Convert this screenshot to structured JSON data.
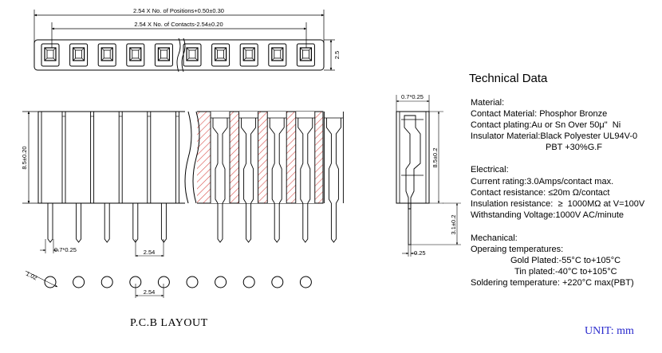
{
  "dimensions": {
    "positions_formula": "2.54 X No. of Positions+0.50±0.30",
    "contacts_formula": "2.54 X No. of Contacts-2.54±0.20",
    "height_top": "2.5",
    "height_front": "8.5±0.20",
    "pin_width_front": "0.7*0.25",
    "pitch_front": "2.54",
    "pin_width_side": "0.7*0.25",
    "height_side": "8.5±0.2",
    "tail_length": "3.1±0.2",
    "tail_thickness": "0.25",
    "hole_diameter": "1.02",
    "pitch_pcb": "2.54"
  },
  "labels": {
    "pcb_layout": "P.C.B LAYOUT",
    "unit": "UNIT: mm"
  },
  "tech": {
    "title": "Technical Data",
    "material_heading": "Material:",
    "contact_material": "Contact Material: Phosphor Bronze",
    "contact_plating": "Contact plating:Au or Sn Over 50μ\"  Ni",
    "insulator_material": "Insulator Material:Black Polyester UL94V-0",
    "insulator_alt": "PBT +30%G.F",
    "electrical_heading": "Electrical:",
    "current_rating": "Current rating:3.0Amps/contact max.",
    "contact_resistance": "Contact resistance: ≤20m Ω/contact",
    "insulation_resistance": "Insulation resistance:  ≥  1000MΩ at V=100V",
    "withstanding_voltage": "Withstanding Voltage:1000V AC/minute",
    "mechanical_heading": "Mechanical:",
    "operating_temps": "Operaing temperatures:",
    "gold_plated": "Gold Plated:-55°C to+105°C",
    "tin_plated": "Tin plated:-40°C to+105°C",
    "soldering_temp": "Soldering temperature: +220°C max(PBT)"
  },
  "colors": {
    "line": "#000000",
    "section_hatch": "#d9534f",
    "unit_text": "#2a2acd"
  },
  "drawing": {
    "top_view_cells": 10,
    "front_view_plain_pins": 5,
    "front_view_section_pins": 5,
    "pcb_holes": 10
  }
}
